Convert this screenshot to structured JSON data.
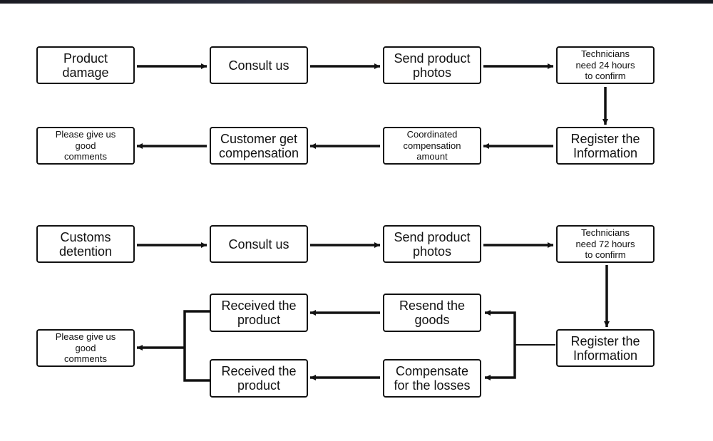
{
  "flow1": {
    "product_damage": "Product\ndamage",
    "consult_us": "Consult us",
    "send_photos": "Send product\nphotos",
    "technicians_24": "Technicians\nneed 24 hours\nto confirm",
    "register": "Register the\nInformation",
    "coordinated": "Coordinated\ncompensation\namount",
    "customer_compensation": "Customer get\ncompensation",
    "good_comments": "Please give us\ngood\ncomments"
  },
  "flow2": {
    "customs_detention": "Customs\ndetention",
    "consult_us": "Consult us",
    "send_photos": "Send product\nphotos",
    "technicians_72": "Technicians\nneed 72 hours\nto confirm",
    "register": "Register the\nInformation",
    "resend_goods": "Resend the\ngoods",
    "compensate_losses": "Compensate\nfor the losses",
    "received_product_1": "Received the\nproduct",
    "received_product_2": "Received the\nproduct",
    "good_comments": "Please give us\ngood\ncomments"
  },
  "colors": {
    "stroke": "#111111",
    "background": "#ffffff"
  }
}
